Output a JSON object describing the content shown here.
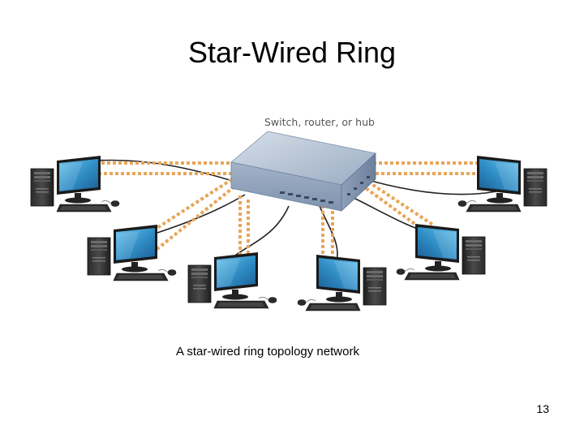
{
  "slide": {
    "title": "Star-Wired Ring",
    "caption": "A star-wired ring topology network",
    "page_number": "13"
  },
  "diagram": {
    "hub_label": "Switch, router, or hub",
    "computer_icon": "desktop-computer-icon",
    "hub_icon": "network-switch-icon",
    "colors": {
      "ring_path": "#E8A65A",
      "star_cable": "#222222",
      "hub_body": "#9DAEC4",
      "screen": "#2F8CC4"
    }
  }
}
